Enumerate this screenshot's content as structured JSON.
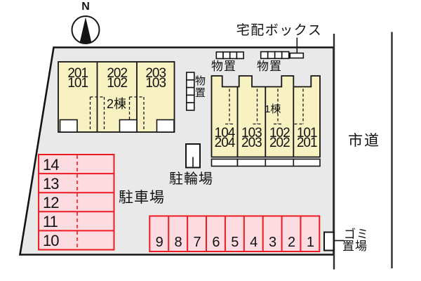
{
  "compass": {
    "north": "N"
  },
  "labels": {
    "delivery_box": "宅配ボックス",
    "storage_left": "物置",
    "storage_right": "物置",
    "storage_side": "物置",
    "city_road": "市道",
    "parking_lot": "駐車場",
    "bicycle_parking": "駐輪場",
    "garbage_line1": "ゴミ",
    "garbage_line2": "置場"
  },
  "building1": {
    "label": "1棟",
    "units": [
      {
        "upper": "104",
        "lower": "204"
      },
      {
        "upper": "103",
        "lower": "203"
      },
      {
        "upper": "102",
        "lower": "202"
      },
      {
        "upper": "101",
        "lower": "201"
      }
    ]
  },
  "building2": {
    "label": "2棟",
    "units": [
      {
        "upper": "201",
        "lower": "101"
      },
      {
        "upper": "202",
        "lower": "102"
      },
      {
        "upper": "203",
        "lower": "103"
      }
    ]
  },
  "parking": {
    "left_column": [
      "14",
      "13",
      "12",
      "11",
      "10"
    ],
    "bottom_row": [
      "9",
      "8",
      "7",
      "6",
      "5",
      "4",
      "3",
      "2",
      "1"
    ]
  },
  "colors": {
    "site_fill": "#e9e9e9",
    "building_fill": "#f8f2c2",
    "parking_fill": "#fcdce1",
    "parking_red": "#ee1b23",
    "outline": "#141414"
  }
}
